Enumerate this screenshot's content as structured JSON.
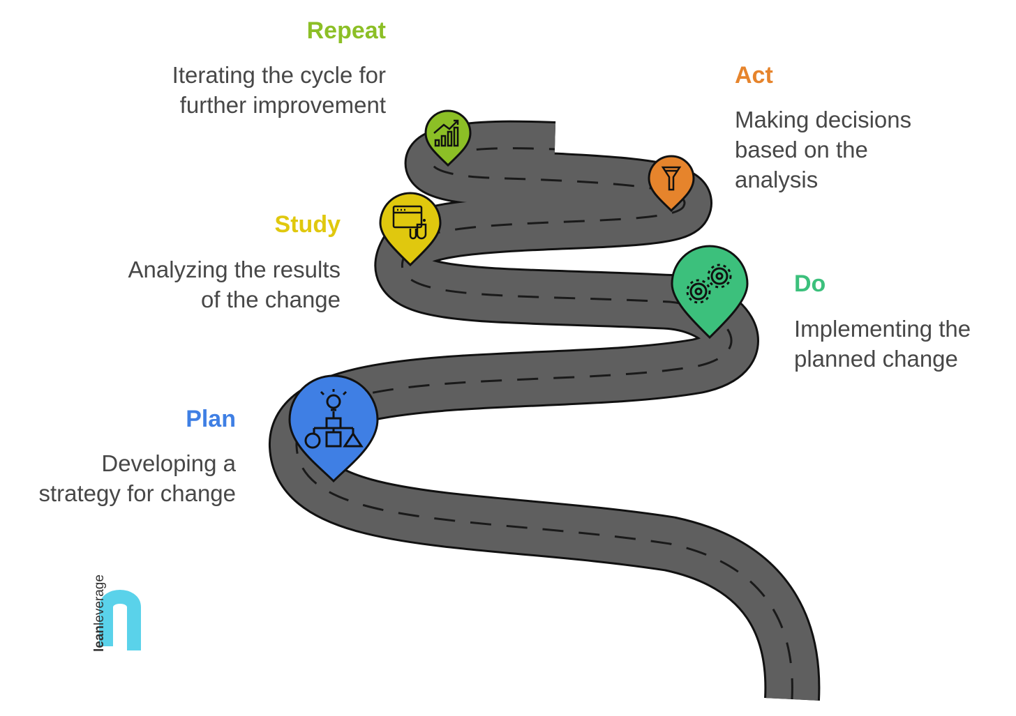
{
  "steps": [
    {
      "key": "plan",
      "title": "Plan",
      "desc_line1": "Developing a",
      "desc_line2": "strategy for change",
      "color": "#3f7fe4",
      "icon": "decision-tree-icon"
    },
    {
      "key": "do",
      "title": "Do",
      "desc_line1": "Implementing the",
      "desc_line2": "planned change",
      "color": "#3cc07c",
      "icon": "gears-icon"
    },
    {
      "key": "study",
      "title": "Study",
      "desc_line1": "Analyzing the results",
      "desc_line2": "of the change",
      "color": "#e0c80e",
      "icon": "lab-analysis-icon"
    },
    {
      "key": "act",
      "title": "Act",
      "desc_line1": "Making decisions",
      "desc_line2": "based on the",
      "desc_line3": "analysis",
      "color": "#e6842c",
      "icon": "funnel-icon"
    },
    {
      "key": "repeat",
      "title": "Repeat",
      "desc_line1": "Iterating the cycle for",
      "desc_line2": "further improvement",
      "color": "#8cbf26",
      "icon": "growth-chart-icon"
    }
  ],
  "logo": {
    "word1": "lean",
    "word2": "leverage",
    "color": "#5ad2ea"
  },
  "road_color": "#5f5f5f"
}
